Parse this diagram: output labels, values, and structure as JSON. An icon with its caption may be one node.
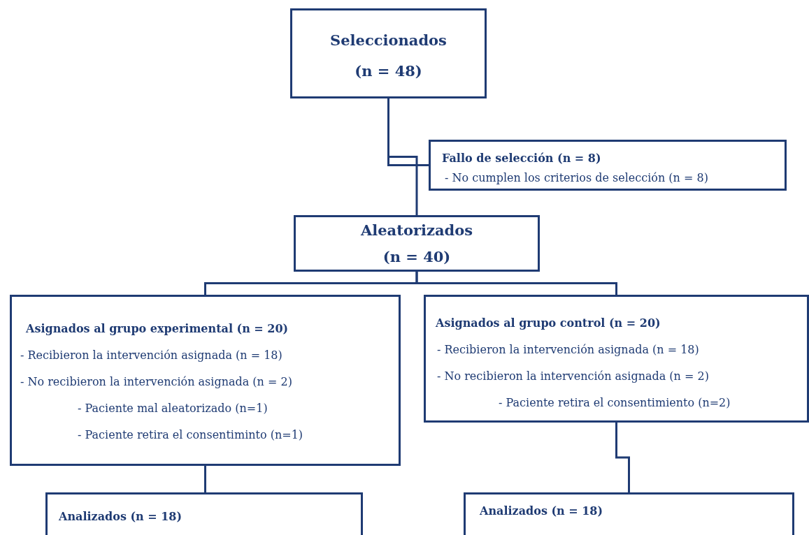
{
  "diagram": {
    "nodes": [
      {
        "text": [
          "Seleccionados",
          "(n = 48)"
        ]
      },
      {
        "text": [
          "Fallo de selección  (n = 8)",
          "- No cumplen los criterios de selección (n = 8)"
        ]
      },
      {
        "text": [
          "Aleatorizados",
          "(n = 40)"
        ]
      },
      {
        "text": [
          "Asignados al grupo experimental (n = 20)",
          "- Recibieron la intervención asignada (n = 18)",
          "- No recibieron la intervención asignada (n = 2)",
          "- Paciente mal aleatorizado (n=1)",
          "- Paciente retira el consentiminto (n=1)"
        ]
      },
      {
        "text": [
          "Asignados al grupo control (n = 20)",
          "- Recibieron la intervención asignada (n = 18)",
          "- No recibieron la intervención asignada (n = 2)",
          "- Paciente retira el consentimiento (n=2)"
        ]
      },
      {
        "text": [
          "Analizados (n = 18)"
        ]
      },
      {
        "text": [
          "Analizados (n = 18)"
        ]
      }
    ],
    "edges": [
      {
        "from": 0,
        "to": 2,
        "arrow": "none"
      },
      {
        "from": 0,
        "to": 1,
        "arrow": "none"
      },
      {
        "from": 2,
        "to": 3,
        "arrow": "none"
      },
      {
        "from": 2,
        "to": 4,
        "arrow": "none"
      },
      {
        "from": 3,
        "to": 5,
        "arrow": "none"
      },
      {
        "from": 4,
        "to": 6,
        "arrow": "none"
      }
    ]
  }
}
